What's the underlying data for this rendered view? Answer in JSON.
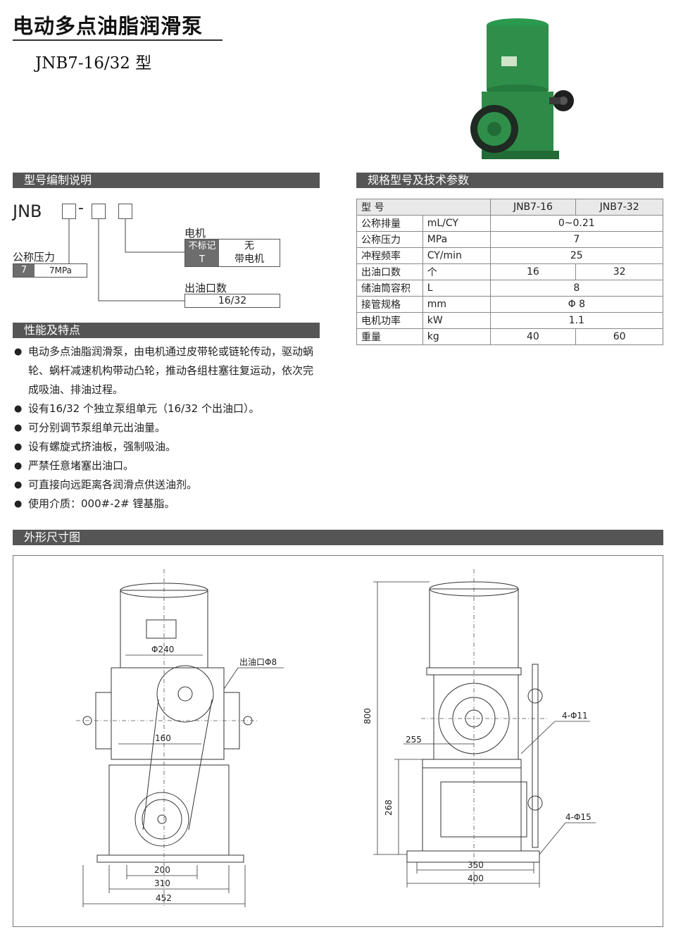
{
  "header": {
    "title": "电动多点油脂润滑泵",
    "subtitle": "JNB7-16/32 型"
  },
  "sections": {
    "model_code": "型号编制说明",
    "spec": "规格型号及技术参数",
    "features": "性能及特点",
    "dimensions": "外形尺寸图"
  },
  "model_code": {
    "prefix": "JNB",
    "dash": "-",
    "motor_label": "电机",
    "motor_options": [
      {
        "code": "不标记",
        "desc": "无"
      },
      {
        "code": "T",
        "desc": "带电机"
      }
    ],
    "pressure_label": "公称压力",
    "pressure_code": "7",
    "pressure_desc": "7MPa",
    "outlets_label": "出油口数",
    "outlets_value": "16/32"
  },
  "spec_table": {
    "header": [
      "型  号",
      "JNB7-16",
      "JNB7-32"
    ],
    "rows": [
      {
        "name": "公称排量",
        "unit": "mL/CY",
        "values": [
          "0~0.21"
        ]
      },
      {
        "name": "公称压力",
        "unit": "MPa",
        "values": [
          "7"
        ]
      },
      {
        "name": "冲程频率",
        "unit": "CY/min",
        "values": [
          "25"
        ]
      },
      {
        "name": "出油口数",
        "unit": "个",
        "values": [
          "16",
          "32"
        ]
      },
      {
        "name": "储油筒容积",
        "unit": "L",
        "values": [
          "8"
        ]
      },
      {
        "name": "接管规格",
        "unit": "mm",
        "values": [
          "Φ 8"
        ]
      },
      {
        "name": "电机功率",
        "unit": "kW",
        "values": [
          "1.1"
        ]
      },
      {
        "name": "重量",
        "unit": "kg",
        "values": [
          "40",
          "60"
        ]
      }
    ]
  },
  "features": [
    "电动多点油脂润滑泵，由电机通过皮带轮或链轮传动，驱动蜗轮、蜗杆减速机构带动凸轮，推动各组柱塞往复运动，依次完成吸油、排油过程。",
    "设有16/32 个独立泵组单元（16/32 个出油口）。",
    "可分别调节泵组单元出油量。",
    "设有螺旋式挤油板，强制吸油。",
    "严禁任意堵塞出油口。",
    "可直接向远距离各润滑点供送油剂。",
    "使用介质：000#-2# 锂基脂。"
  ],
  "drawing": {
    "front": {
      "phi240": "Φ240",
      "outlet": "出油口Φ8",
      "d160": "160",
      "d200": "200",
      "d310": "310",
      "d452": "452"
    },
    "side": {
      "d800": "800",
      "d255": "255",
      "d268": "268",
      "holes_11": "4-Φ11",
      "holes_15": "4-Φ15",
      "d350": "350",
      "d400": "400"
    }
  },
  "colors": {
    "section_bar": "#555555",
    "pump_green": "#2f8f4a",
    "pump_dark": "#1e2a22"
  }
}
